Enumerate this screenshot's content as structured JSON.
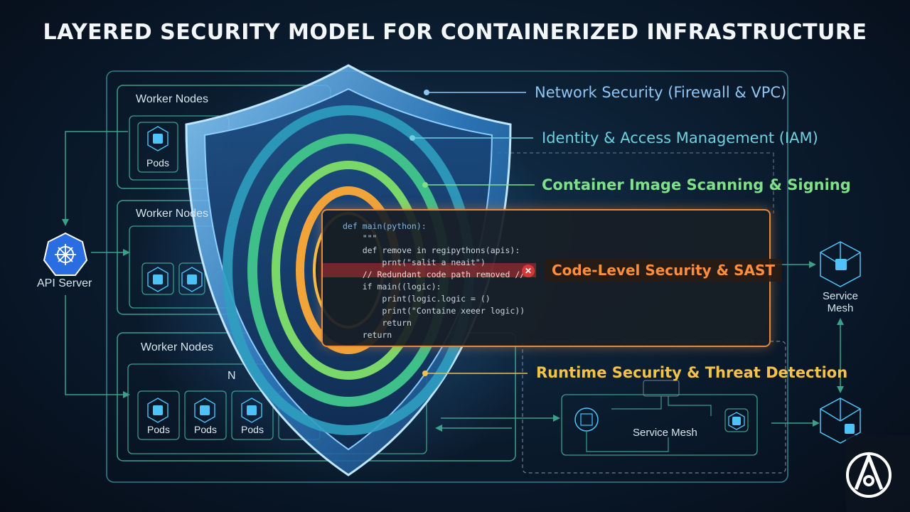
{
  "title": "LAYERED SECURITY MODEL FOR CONTAINERIZED INFRASTRUCTURE",
  "cluster": {
    "worker_nodes_1": "Worker Nodes",
    "worker_nodes_2": "Worker Nodes",
    "worker_nodes_3": "Worker Nodes",
    "api_server": "API Server",
    "pods": "Pods",
    "service_mesh_right": "Service\nMesh",
    "service_mesh_inner": "Service Mesh",
    "nodes_partial": "N"
  },
  "layers": [
    {
      "label": "Network Security (Firewall & VPC)",
      "color": "#8ec5f2"
    },
    {
      "label": "Identity & Access Management (IAM)",
      "color": "#6fd0e0"
    },
    {
      "label": "Container Image Scanning & Signing",
      "color": "#7fe08a"
    },
    {
      "label": "Code-Level Security & SAST",
      "color": "#ff8d3a"
    },
    {
      "label": "Runtime Security & Threat Detection",
      "color": "#f2c24a"
    }
  ],
  "code": {
    "line1": "def main(python):",
    "line2": "    \"\"\"",
    "line3": "    def remove in regipythons(apis):",
    "line4": "        prnt(\"salit a neait\")",
    "line5": "    // Redundant code path removed //",
    "line6": "    if main((logic):",
    "line7": "        print(logic.logic = ()",
    "line8": "        print(\"Containe xeeer logic))",
    "line9": "        return",
    "line10": "    return"
  },
  "colors": {
    "frame": "#3aa08a",
    "accent_cyan": "#4fc3f7",
    "shield_outer": "#5aa8e8"
  }
}
